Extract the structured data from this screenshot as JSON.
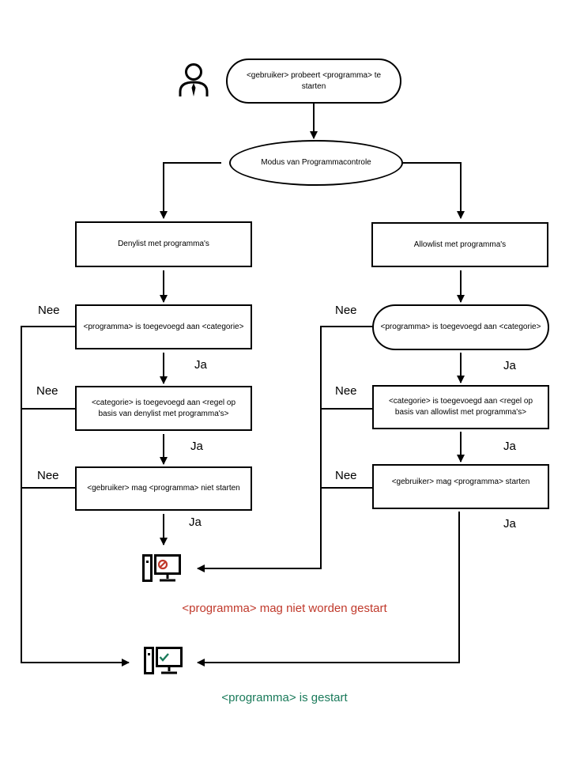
{
  "nodes": {
    "start": "<gebruiker> probeert <programma> te starten",
    "mode": "Modus van Programmacontrole",
    "denylist": "Denylist met programma's",
    "allowlist": "Allowlist met programma's",
    "deny_added": "<programma> is toegevoegd aan <categorie>",
    "deny_rule": "<categorie> is toegevoegd aan <regel op basis van denylist met programma's>",
    "deny_user": "<gebruiker> mag <programma> niet starten",
    "allow_added": "<programma> is toegevoegd aan <categorie>",
    "allow_rule": "<categorie> is toegevoegd aan <regel op basis van allowlist met programma's>",
    "allow_user": "<gebruiker> mag <programma> starten"
  },
  "labels": {
    "yes": "Ja",
    "no": "Nee"
  },
  "results": {
    "blocked": "<programma> mag niet worden gestart",
    "started": "<programma> is gestart"
  },
  "icons": {
    "user": "user-icon",
    "blocked": "computer-blocked-icon",
    "started": "computer-check-icon"
  },
  "colors": {
    "blocked": "#c0392b",
    "started": "#1a7a5a"
  }
}
